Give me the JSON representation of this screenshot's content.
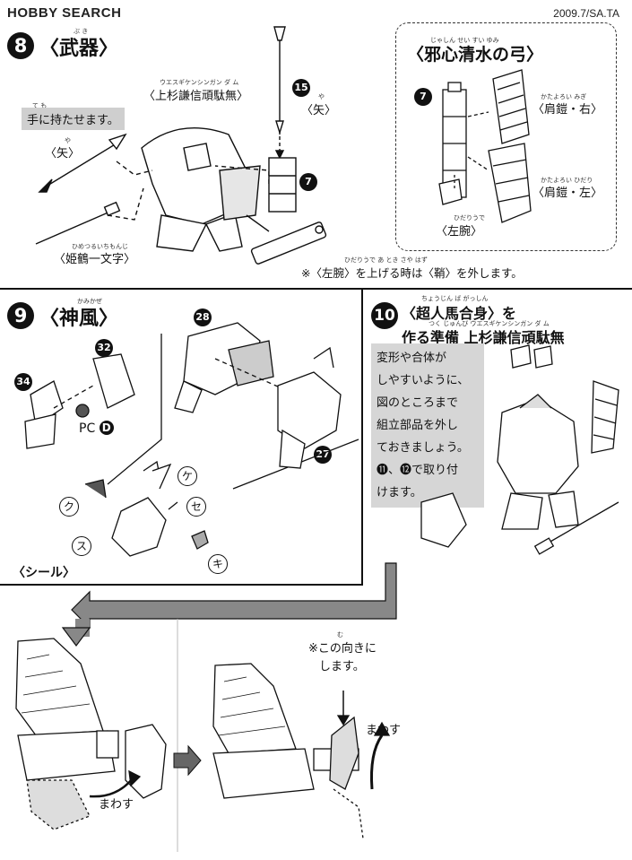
{
  "header": {
    "logo_text": "HOBBY SEARCH",
    "date": "2009.7/SA.TA"
  },
  "step8": {
    "number": "8",
    "title": "〈武器〉",
    "title_ruby": "ぶ き",
    "unit_label": "〈上杉謙信頑駄無〉",
    "unit_ruby": "ウエスギケンシンガン ダ ム",
    "hold_note": "手に持たせます。",
    "hold_ruby": "て も",
    "arrow_label": "〈矢〉",
    "arrow_ruby": "や",
    "sword_label": "〈姫鶴一文字〉",
    "sword_ruby": "ひめつるいちもんじ",
    "part_15": "15",
    "part_7": "7",
    "arrow_label_right": "〈矢〉",
    "arrow_ruby_right": "や",
    "bottom_note": "※〈左腕〉を上げる時は〈鞘〉を外します。",
    "bottom_note_ruby": "ひだりうで あ とき さや はず"
  },
  "bow": {
    "title": "〈邪心清水の弓〉",
    "title_ruby": "じゃしん せい すい ゆみ",
    "part_7": "7",
    "right_shoulder": "〈肩鎧・右〉",
    "right_shoulder_ruby": "かたよろい みぎ",
    "left_shoulder": "〈肩鎧・左〉",
    "left_shoulder_ruby": "かたよろい ひだり",
    "left_arm": "〈左腕〉",
    "left_arm_ruby": "ひだりうで"
  },
  "step9": {
    "number": "9",
    "title": "〈神風〉",
    "title_ruby": "かみかぜ",
    "part_28": "28",
    "part_32": "32",
    "part_34": "34",
    "part_27": "27",
    "pc_text": "PC",
    "pc_badge": "D",
    "seal_label": "〈シール〉",
    "seal_ke": "ケ",
    "seal_ku": "ク",
    "seal_se": "セ",
    "seal_su": "ス",
    "seal_ki": "キ"
  },
  "step10": {
    "number": "10",
    "title_line1": "〈超人馬合身〉を",
    "title_line1_ruby": "ちょうじん ば がっしん",
    "title_line2": "作る準備 上杉謙信頑駄無",
    "title_line2_ruby": "つく じゅんび ウエスギケンシンガン ダ ム",
    "note_lines": [
      "変形や合体が",
      "しやすいように、",
      "図のところまで",
      "組立部品を外し",
      "ておきましょう。",
      "⓫、⓬で取り付",
      "けます。"
    ]
  },
  "bottom": {
    "rotate_label_left": "まわす",
    "orientation_note_line1": "※この向きに",
    "orientation_note_line2": "します。",
    "orientation_note_ruby": "む",
    "rotate_label_right": "まわす"
  }
}
